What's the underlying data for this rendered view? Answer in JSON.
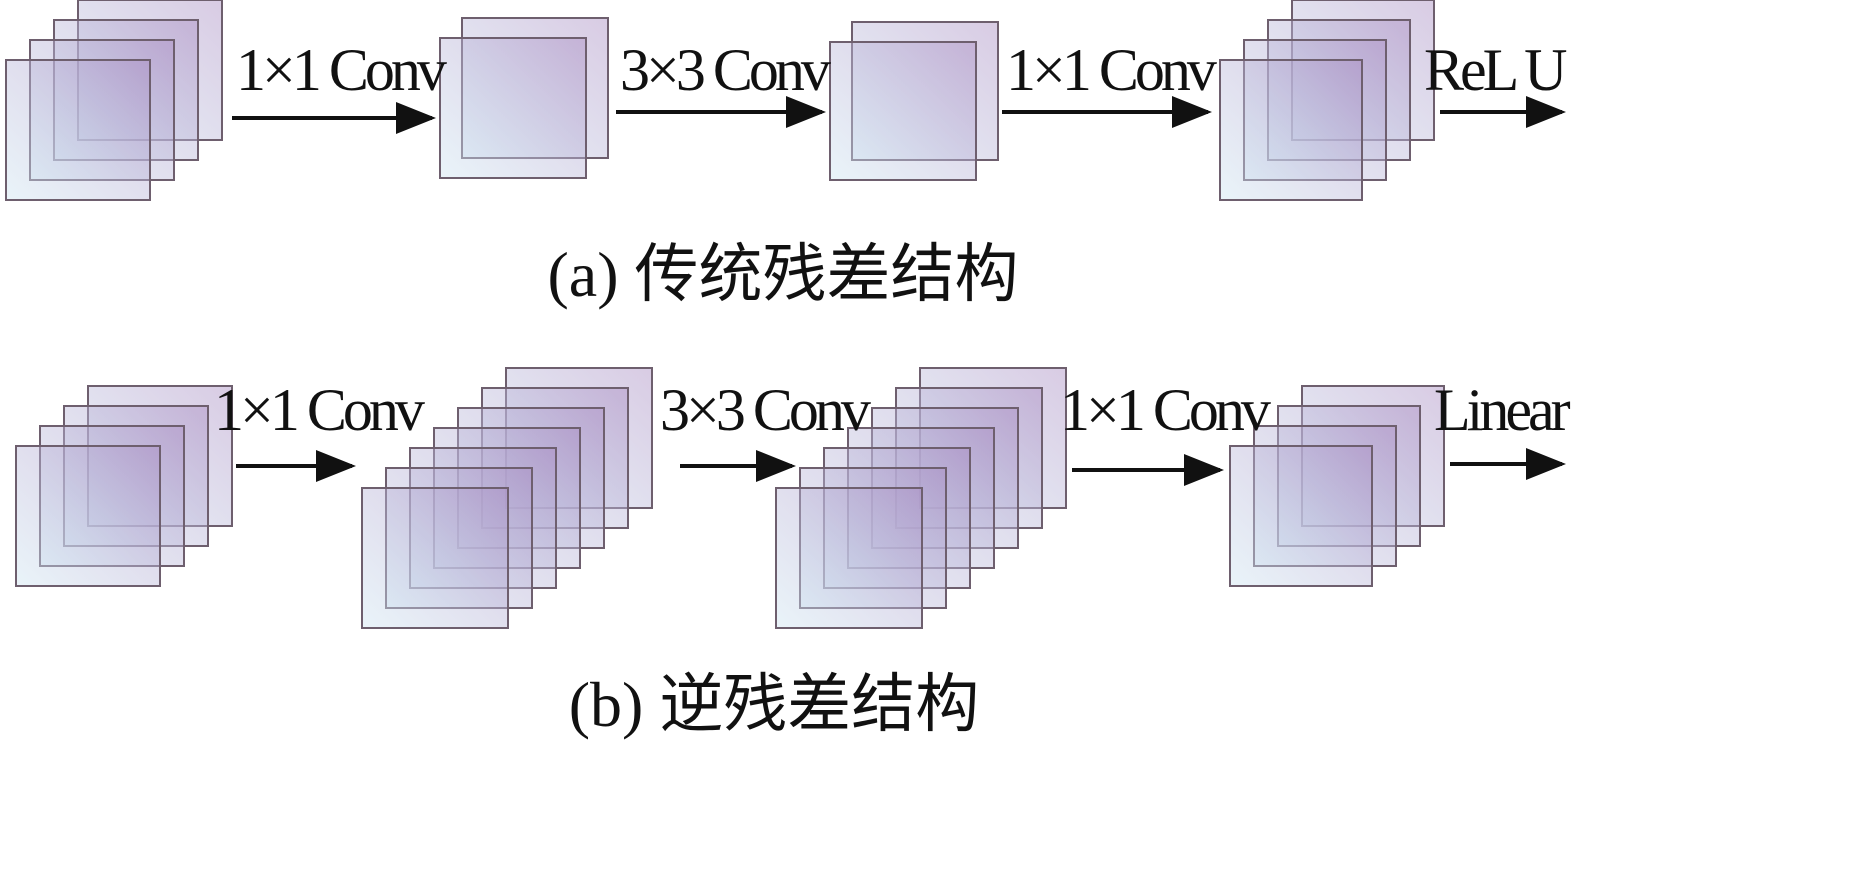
{
  "diagram": {
    "panel_a": {
      "caption": "(a) 传统残差结构",
      "labels": {
        "conv1": "1×1 Conv",
        "conv2": "3×3 Conv",
        "conv3": "1×1 Conv",
        "activation": "ReL U"
      },
      "stacks": [
        {
          "name": "input-feature-stack",
          "layers": 4
        },
        {
          "name": "reduced-feature-stack-1",
          "layers": 2
        },
        {
          "name": "reduced-feature-stack-2",
          "layers": 2
        },
        {
          "name": "output-feature-stack",
          "layers": 4
        }
      ]
    },
    "panel_b": {
      "caption": "(b) 逆残差结构",
      "labels": {
        "conv1": "1×1 Conv",
        "conv2": "3×3 Conv",
        "conv3": "1×1 Conv",
        "activation": "Linear"
      },
      "stacks": [
        {
          "name": "input-feature-stack",
          "layers": 4
        },
        {
          "name": "expanded-feature-stack-1",
          "layers": 7
        },
        {
          "name": "expanded-feature-stack-2",
          "layers": 7
        },
        {
          "name": "output-feature-stack",
          "layers": 4
        }
      ]
    },
    "colors": {
      "layer_gradient_start": "#cfe6f2",
      "layer_gradient_end": "#a98cc2",
      "layer_border": "#6e5f6e",
      "arrow": "#111111"
    }
  }
}
